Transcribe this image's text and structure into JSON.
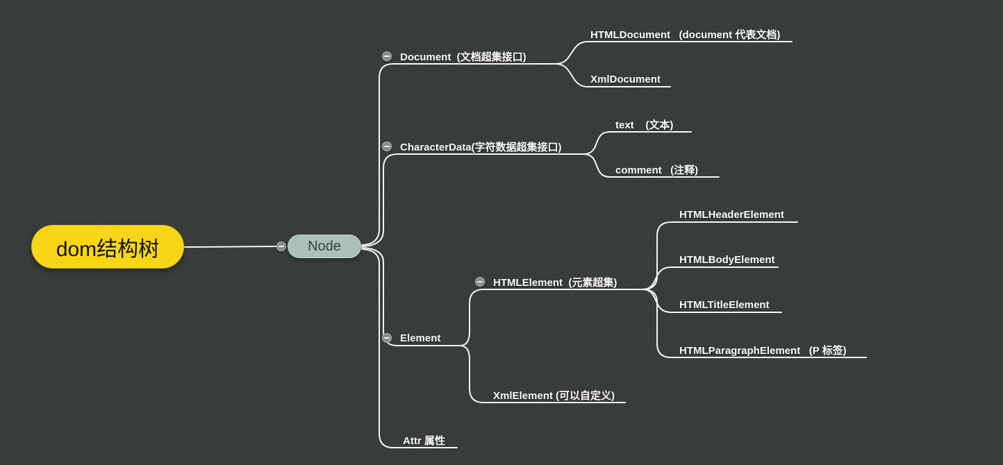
{
  "canvas": {
    "background_color": "#383d3c",
    "line_color": "#f6f7f6",
    "label_color": "#fbfbfb"
  },
  "root": {
    "label": "dom结构树",
    "fill_color": "#f8d616",
    "text_color": "#111111"
  },
  "node": {
    "label": "Node",
    "fill_color": "#a9c1b8",
    "text_color": "#3d4241"
  },
  "branches": {
    "document": {
      "label": "Document  (文档超集接口)"
    },
    "htmldocument": {
      "label": "HTMLDocument   (document 代表文档)"
    },
    "xmldocument": {
      "label": "XmlDocument"
    },
    "characterdata": {
      "label": "CharacterData(字符数据超集接口)"
    },
    "text": {
      "label": "text    (文本)"
    },
    "comment": {
      "label": "comment   (注释)"
    },
    "element": {
      "label": "Element"
    },
    "htmlelement": {
      "label": "HTMLElement  (元素超集)"
    },
    "htmlheader": {
      "label": "HTMLHeaderElement"
    },
    "htmlbody": {
      "label": "HTMLBodyElement"
    },
    "htmltitle": {
      "label": "HTMLTitleElement"
    },
    "htmlparagraph": {
      "label": "HTMLParagraphElement   (P 标签)"
    },
    "xmlelement": {
      "label": "XmlElement (可以自定义)"
    },
    "attr": {
      "label": "Attr 属性"
    }
  }
}
